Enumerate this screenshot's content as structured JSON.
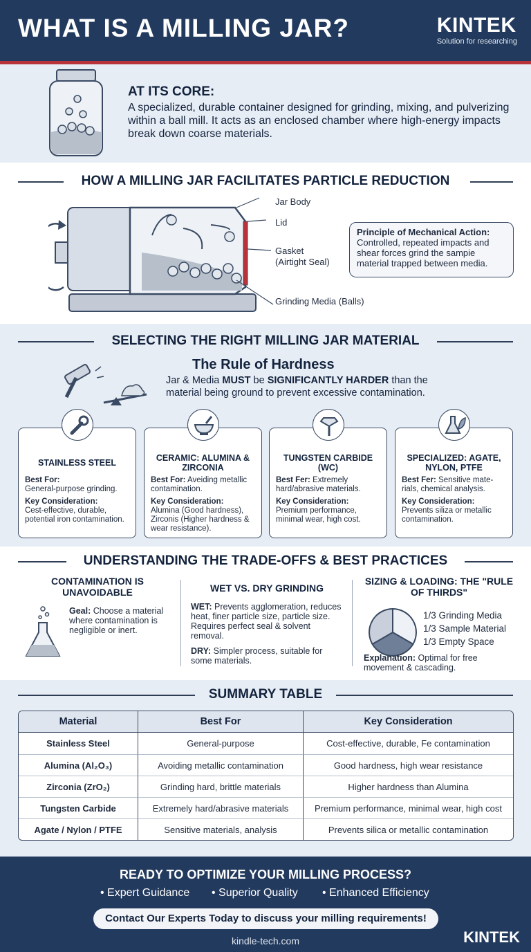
{
  "header": {
    "title": "WHAT IS A MILLING JAR?",
    "brand": "KINTEK",
    "tagline": "Solution for researching"
  },
  "core": {
    "heading": "AT ITS CORE:",
    "text": "A specialized, durable container designed for grinding, mixing, and pulverizing within a ball mill. It acts as an enclosed chamber where high-energy impacts break down coarse materials."
  },
  "how": {
    "heading": "HOW A MILLING JAR FACILITATES PARTICLE REDUCTION",
    "labels": {
      "jar_body": "Jar Body",
      "lid": "Lid",
      "gasket": "Gasket",
      "gasket_note": "(Airtight Seal)",
      "media": "Grinding Media (Balls)"
    },
    "principle_title": "Principle of Mechanical Action:",
    "principle_text": "Controlled, repeated impacts and shear forces grind the sampie material trapped between media."
  },
  "select": {
    "heading": "SELECTING THE RIGHT MILLING JAR MATERIAL",
    "rule_title": "The Rule of Hardness",
    "rule_pre": "Jar & Media ",
    "rule_must": "MUST",
    "rule_be": " be ",
    "rule_harder": "SIGNIFICANTLY HARDER",
    "rule_post": " than the material being ground to prevent excessive contamination.",
    "cards": [
      {
        "title": "STAINLESS STEEL",
        "best_label": "Best For:",
        "best": "General-purpose grinding.",
        "key_label": "Key Consideration:",
        "key": "Cest-effective, durable, potential iron contamination.",
        "icon": "wrench-icon"
      },
      {
        "title": "CERAMIC: ALUMINA & ZIRCONIA",
        "best_label": "Best For:",
        "best": "Aveiding metallic contamination.",
        "key_label": "Key Consideration:",
        "key": "Alumina (Good hardness), Zirconis (Higher hardness & wear resistance).",
        "icon": "mortar-pestle-icon"
      },
      {
        "title": "TUNGSTEN CARBIDE (WC)",
        "best_label": "Best Fer:",
        "best": "Extremely hard/abrasive materials.",
        "key_label": "Key Consideration:",
        "key": "Premium performance, minimal wear, high cost.",
        "icon": "diamond-drill-icon"
      },
      {
        "title": "SPECIALIZED: AGATE, NYLON, PTFE",
        "best_label": "Best Fer:",
        "best": "Sensitive mate-rials, chemical analysis.",
        "key_label": "Key Consideration:",
        "key": "Prevents siliza or metallic contamination.",
        "icon": "flask-leaf-icon"
      }
    ]
  },
  "trade": {
    "heading": "UNDERSTANDING THE TRADE-OFFS & BEST PRACTICES",
    "contam_title": "CONTAMINATION IS UNAVOIDABLE",
    "contam_label": "Geal:",
    "contam_text": "Choose a material where contamination is negligible or inert.",
    "wet_title": "WET VS. DRY GRINDING",
    "wet_label": "WET:",
    "wet_text": "Prevents agglomeration, reduces heat, finer particle size, particle size. Requires perfect seal & solvent removal.",
    "dry_label": "DRY:",
    "dry_text": "Simpler process, suitable for some materials.",
    "size_title": "SIZING & LOADING: THE \"RULE OF THIRDS\"",
    "thirds": [
      "1/3 Grinding Media",
      "1/3 Sample Material",
      "1/3 Empty Space"
    ],
    "expl_label": "Explanation:",
    "expl_text": "Optimal for free movement & cascading."
  },
  "summary": {
    "heading": "SUMMARY TABLE",
    "columns": [
      "Material",
      "Best For",
      "Key Consideration"
    ],
    "rows": [
      [
        "Stainless Steel",
        "General-purpose",
        "Cost-effective, durable, Fe contamination"
      ],
      [
        "Alumina (Al₂O₃)",
        "Avoiding metallic contamination",
        "Good hardness, high wear resistance"
      ],
      [
        "Zirconia (ZrO₂)",
        "Grinding hard, brittle materials",
        "Higher hardness than Alumina"
      ],
      [
        "Tungsten Carbide",
        "Extremely hard/abrasive materials",
        "Premium performance, minimal wear, high cost"
      ],
      [
        "Agate / Nylon / PTFE",
        "Sensitive materials, analysis",
        "Prevents silica or metallic contamination"
      ]
    ]
  },
  "footer": {
    "cta": "READY TO OPTIMIZE YOUR MILLING PROCESS?",
    "bullets": [
      "Expert Guidance",
      "Superior Quality",
      "Enhanced Efficiency"
    ],
    "button_bold": "Contact Our Experts Today",
    "button_rest": " to discuss your milling requirements!",
    "url": "kindle-tech.com",
    "brand": "KINTEK"
  },
  "colors": {
    "navy": "#223a5e",
    "accent_red": "#b8323a",
    "pale_blue": "#e7edf5"
  }
}
